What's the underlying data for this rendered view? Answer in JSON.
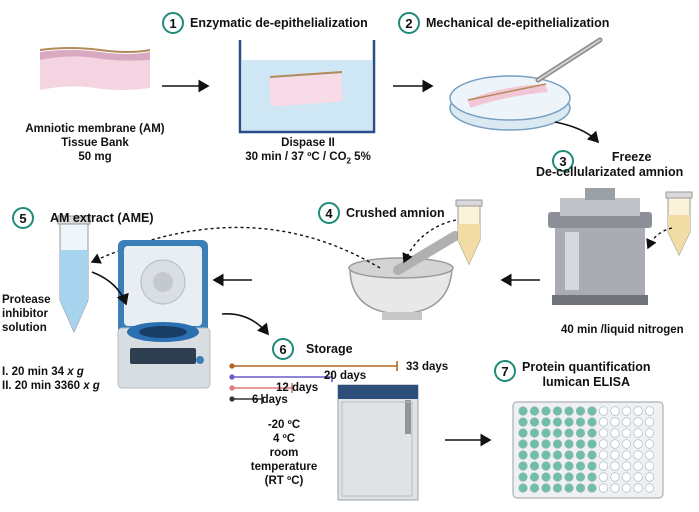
{
  "steps": [
    {
      "num": "1",
      "title": "Enzymatic de-epithelialization"
    },
    {
      "num": "2",
      "title": "Mechanical de-epithelialization"
    },
    {
      "num": "3",
      "title_line1": "Freeze",
      "title_line2": "De-cellularizated amnion"
    },
    {
      "num": "4",
      "title": "Crushed amnion"
    },
    {
      "num": "5",
      "title": "AM extract  (AME)"
    },
    {
      "num": "6",
      "title": "Storage"
    },
    {
      "num": "7",
      "title_line1": "Protein quantification",
      "title_line2": "lumican ELISA"
    }
  ],
  "am_label": {
    "line1": "Amniotic membrane (AM)",
    "line2": "Tissue Bank",
    "line3": "50 mg"
  },
  "dispase_label": {
    "line1": "Dispase II",
    "line2_pre": "30 min / 37 ºC / CO",
    "line2_sub": "2",
    "line2_post": " 5%"
  },
  "nitrogen_label": "40 min /liquid nitrogen",
  "protease_label": {
    "line1": "Protease",
    "line2": "inhibitor",
    "line3": "solution"
  },
  "centrifuge_label": {
    "line1_pre": "I. 20 min 34 ",
    "line1_var": "x g",
    "line2_pre": "II. 20 min 3360 ",
    "line2_var": "x g"
  },
  "storage_lines": [
    {
      "label": "33 days",
      "days": 33,
      "color": "#b5651d"
    },
    {
      "label": "20 days",
      "days": 20,
      "color": "#6a5acd"
    },
    {
      "label": "12 days",
      "days": 12,
      "color": "#e07a7a"
    },
    {
      "label": "6 days",
      "days": 6,
      "color": "#333333"
    }
  ],
  "storage_temps": {
    "line1": "-20 ºC",
    "line2": "4 ºC",
    "line3": "room",
    "line4": "temperature",
    "line5": "(RT ºC)"
  },
  "colors": {
    "accent": "#1e8a78",
    "membrane_pink": "#f3c6d6",
    "liquid": "#a8d4ef"
  }
}
